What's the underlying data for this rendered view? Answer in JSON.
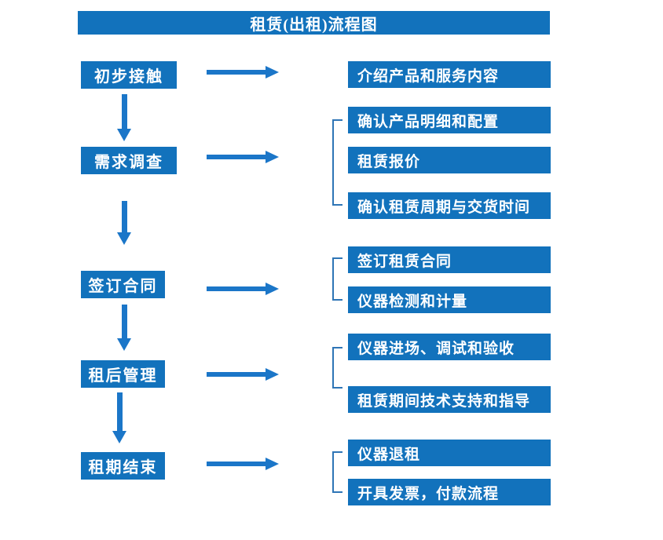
{
  "title": "租赁(出租)流程图",
  "colors": {
    "box": "#1272BC",
    "arrow": "#1B76C8",
    "bracket": "#2E75B6",
    "text": "#FFFFFF",
    "background": "#FFFFFF"
  },
  "steps": [
    {
      "label": "初步接触",
      "details": [
        "介绍产品和服务内容"
      ]
    },
    {
      "label": "需求调查",
      "details": [
        "确认产品明细和配置",
        "租赁报价",
        "确认租赁周期与交货时间"
      ]
    },
    {
      "label": "签订合同",
      "details": [
        "签订租赁合同",
        "仪器检测和计量"
      ]
    },
    {
      "label": "租后管理",
      "details": [
        "仪器进场、调试和验收",
        "租赁期间技术支持和指导"
      ]
    },
    {
      "label": "租期结束",
      "details": [
        "仪器退租",
        "开具发票，付款流程"
      ]
    }
  ]
}
